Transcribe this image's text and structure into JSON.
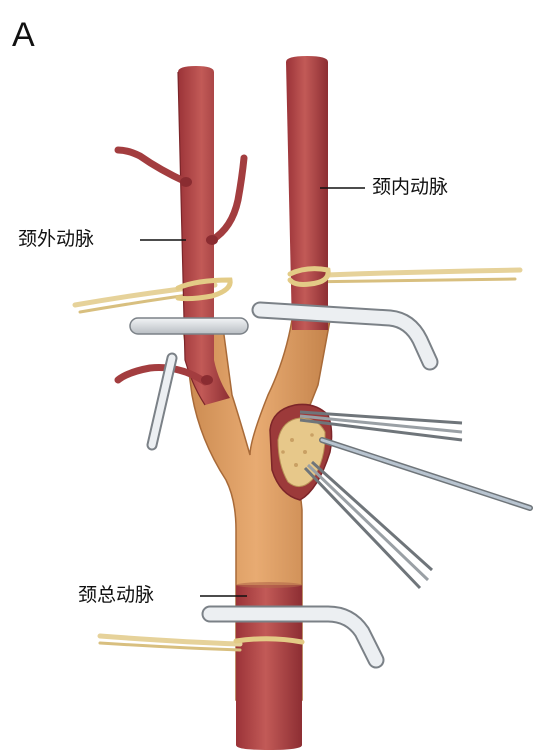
{
  "figure": {
    "panel_letter": "A",
    "labels": {
      "internal_carotid": "颈内动脉",
      "external_carotid": "颈外动脉",
      "common_carotid": "颈总动脉"
    }
  },
  "colors": {
    "artery_red": "#b94a4a",
    "artery_dark": "#8e2f33",
    "plaque_region": "#e3a46a",
    "plaque_dark": "#c98345",
    "plaque_core": "#e9c98a",
    "suture_tan": "#e9d6a0",
    "clamp_gray": "#d9dde1",
    "clamp_dark": "#6f757a",
    "forceps_steel": "#8a9098"
  }
}
